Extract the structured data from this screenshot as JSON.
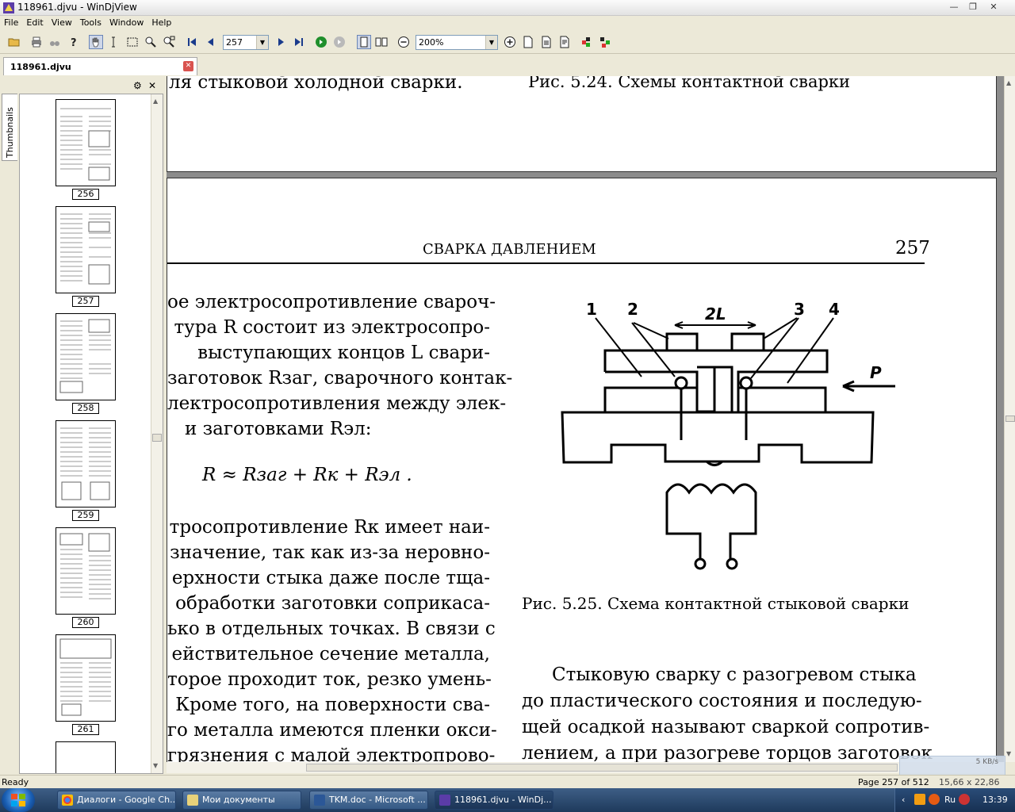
{
  "window": {
    "title": "118961.djvu - WinDjView"
  },
  "menu": [
    "File",
    "Edit",
    "View",
    "Tools",
    "Window",
    "Help"
  ],
  "toolbar": {
    "page_number": "257",
    "zoom": "200%"
  },
  "tab": {
    "label": "118961.djvu"
  },
  "sidebar": {
    "tab_label": "Thumbnails",
    "thumbnails": [
      "256",
      "257",
      "258",
      "259",
      "260",
      "261"
    ]
  },
  "document": {
    "upper_page": {
      "left_caption": "ля стыковой холодной сварки.",
      "right_caption": "Рис. 5.24. Схемы контактной сварки"
    },
    "page": {
      "header": "СВАРКА ДАВЛЕНИЕМ",
      "number": "257",
      "para1": [
        "ое электросопротивление свароч-",
        "тура R состоит из электросопро-",
        "выступающих концов L свари-",
        "заготовок Rзаг, сварочного контак-",
        "лектросопротивления между элек-",
        "и заготовками Rэл:"
      ],
      "formula": "R ≈ Rзаг + Rк + Rэл .",
      "para2": [
        "тросопротивление Rк имеет наи-",
        "значение, так как из-за неровно-",
        "ерхности стыка даже после тща-",
        "обработки заготовки соприкаса-",
        "ько в отдельных точках. В связи с",
        "ействительное сечение металла,",
        "торое проходит ток, резко умень-",
        "Кроме того, на поверхности сва-",
        "го металла имеются пленки окси-",
        "грязнения с малой электропрово-"
      ],
      "figure": {
        "labels": [
          "1",
          "2",
          "2L",
          "3",
          "4",
          "P"
        ],
        "caption": "Рис. 5.25. Схема контактной стыковой сварки"
      },
      "para3": [
        "Стыковую сварку с разогревом стыка",
        "до пластического состояния и последую-",
        "щей осадкой называют сваркой сопротив-",
        "лением, а при разогреве торцов заготовок"
      ]
    }
  },
  "statusbar": {
    "status": "Ready",
    "page_info": "Page 257 of 512",
    "size": "15,66 x 22,86 cm",
    "net_speed": "5 KB/s"
  },
  "taskbar": {
    "buttons": [
      "Диалоги - Google Ch...",
      "Мои документы",
      "TKM.doc - Microsoft ...",
      "118961.djvu - WinDj..."
    ],
    "language": "Ru",
    "clock": "13:39"
  },
  "colors": {
    "taskbar": "#1e3a5c",
    "chrome": "#ECE9D8",
    "doc_background": "#8c8c8c"
  }
}
